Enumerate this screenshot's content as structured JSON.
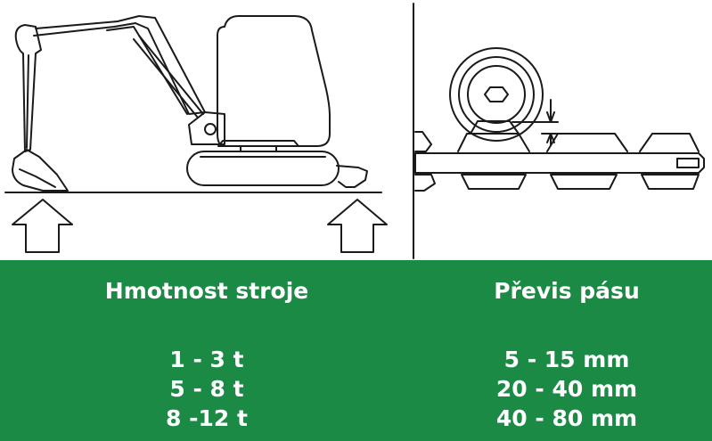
{
  "table": {
    "left": {
      "heading": "Hmotnost stroje",
      "rows": [
        "1 - 3 t",
        "5 - 8 t",
        "8 -12 t"
      ]
    },
    "right": {
      "heading": "Převis pásu",
      "rows": [
        "5 - 15 mm",
        "20 - 40 mm",
        "40 - 80 mm"
      ]
    }
  },
  "colors": {
    "panel_background": "#1a8a45",
    "panel_text": "#ffffff",
    "line_art": "#1a1a1a"
  },
  "icons": [
    "excavator-drawing",
    "support-arrow-up",
    "track-roller-drawing"
  ]
}
